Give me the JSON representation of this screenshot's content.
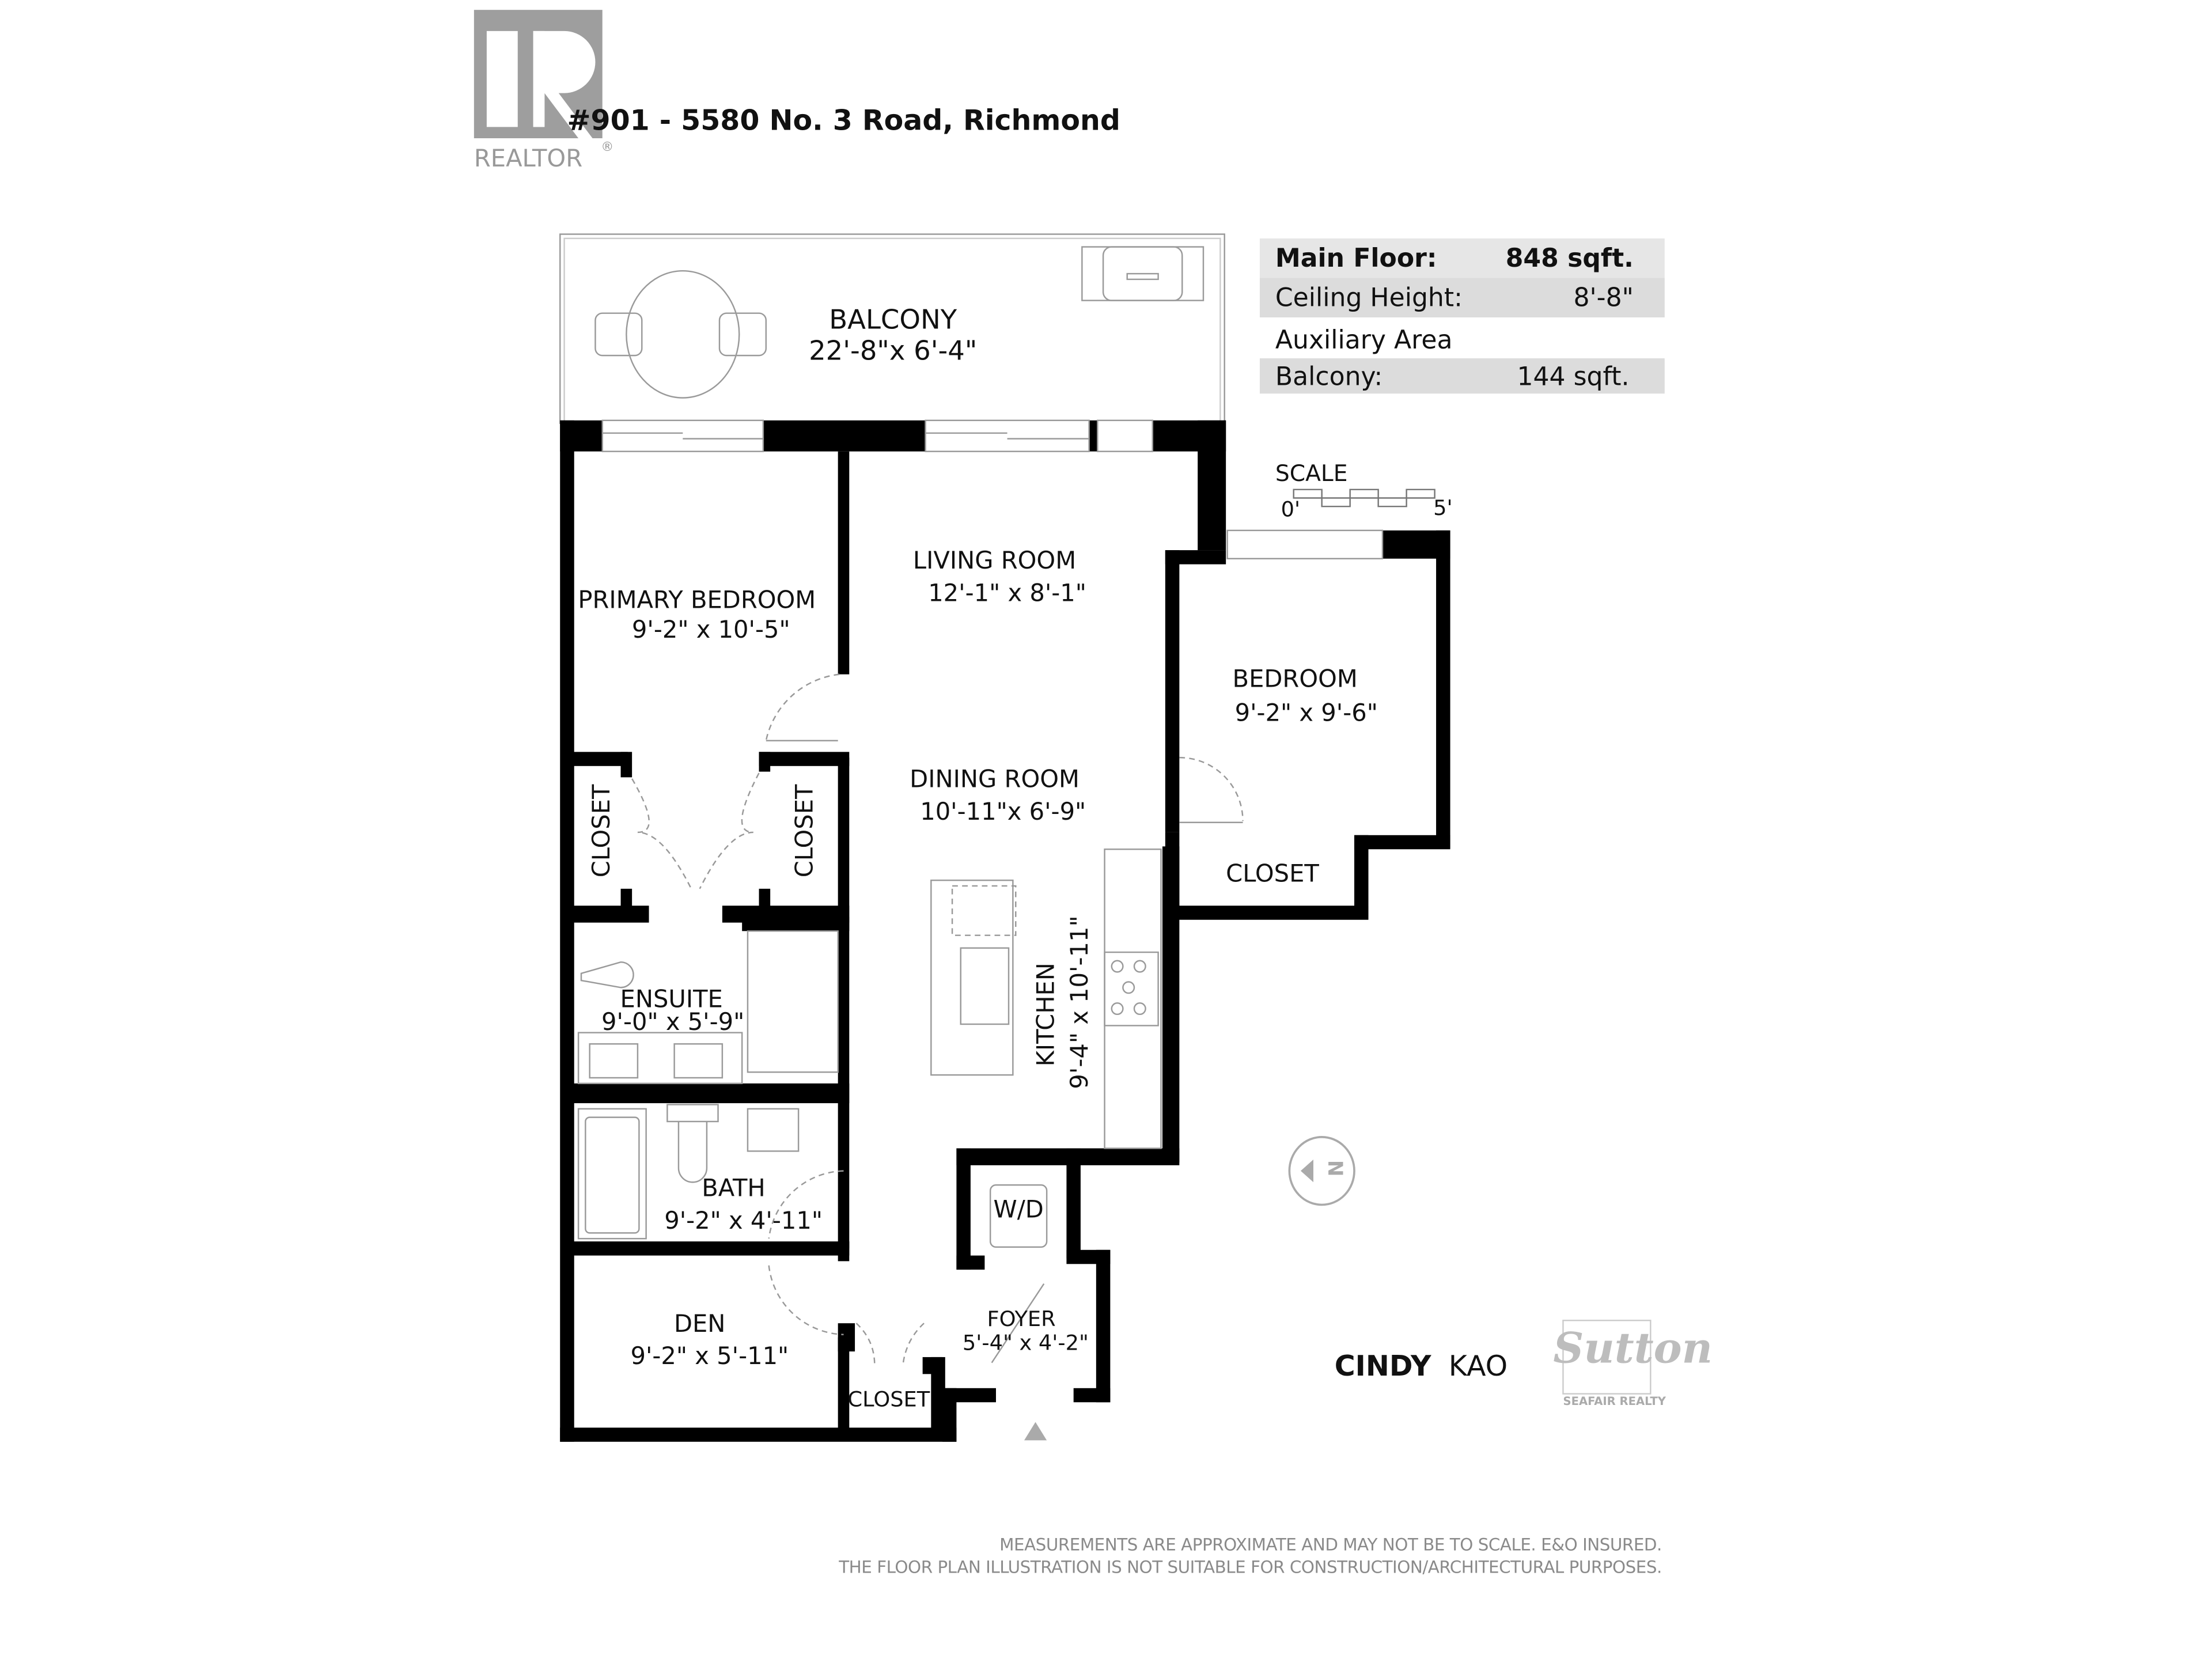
{
  "header": {
    "logo_text": "REALTOR",
    "logo_mark": "R",
    "registered": "®",
    "address": "#901 - 5580 No. 3 Road, Richmond"
  },
  "area_table": {
    "rows": [
      {
        "label": "Main Floor:",
        "value": "848 sqft.",
        "bold": true,
        "shaded": true
      },
      {
        "label": "Ceiling Height:",
        "value": "8'-8\"",
        "bold": false,
        "shaded": true
      },
      {
        "label": "Auxiliary Area",
        "value": "",
        "bold": false,
        "shaded": false
      },
      {
        "label": "Balcony:",
        "value": "144 sqft.",
        "bold": false,
        "shaded": true
      }
    ]
  },
  "scale": {
    "title": "SCALE",
    "start": "0'",
    "end": "5'"
  },
  "rooms": {
    "balcony": {
      "name": "BALCONY",
      "dims": "22'-8\"x  6'-4\""
    },
    "primary_bedroom": {
      "name": "PRIMARY BEDROOM",
      "dims": "9'-2\"  x  10'-5\""
    },
    "living_room": {
      "name": "LIVING ROOM",
      "dims": "12'-1\"  x   8'-1\""
    },
    "bedroom": {
      "name": "BEDROOM",
      "dims": "9'-2\"   x   9'-6\""
    },
    "dining_room": {
      "name": "DINING ROOM",
      "dims": "10'-11\"x   6'-9\""
    },
    "closet_left": {
      "name": "CLOSET"
    },
    "closet_right": {
      "name": "CLOSET"
    },
    "closet_bedroom": {
      "name": "CLOSET"
    },
    "ensuite": {
      "name": "ENSUITE",
      "dims": "9'-0\" x  5'-9\""
    },
    "kitchen": {
      "name": "KITCHEN",
      "dims": "9'-4\"  x  10'-11\""
    },
    "bath": {
      "name": "BATH",
      "dims": "9'-2\"    x   4'-11\""
    },
    "wd": {
      "name": "W/D"
    },
    "den": {
      "name": "DEN",
      "dims": "9'-2\"    x   5'-11\""
    },
    "closet_den": {
      "name": "CLOSET"
    },
    "foyer": {
      "name": "FOYER",
      "dims": "5'-4\" x  4'-2\""
    }
  },
  "compass": {
    "label": "N"
  },
  "agent": {
    "first": "CINDY",
    "last": "KAO"
  },
  "brokerage": {
    "name": "Sutton",
    "sub": "SEAFAIR REALTY"
  },
  "disclaimer": {
    "line1": "MEASUREMENTS ARE APPROXIMATE AND MAY NOT BE TO SCALE. E&O INSURED.",
    "line2": "THE FLOOR PLAN ILLUSTRATION IS NOT SUITABLE FOR CONSTRUCTION/ARCHITECTURAL PURPOSES."
  },
  "colors": {
    "wall": "#000000",
    "table_shade": "#e6e6e6",
    "logo_gray": "#9e9e9e",
    "disclaimer_gray": "#8a8a8a"
  }
}
